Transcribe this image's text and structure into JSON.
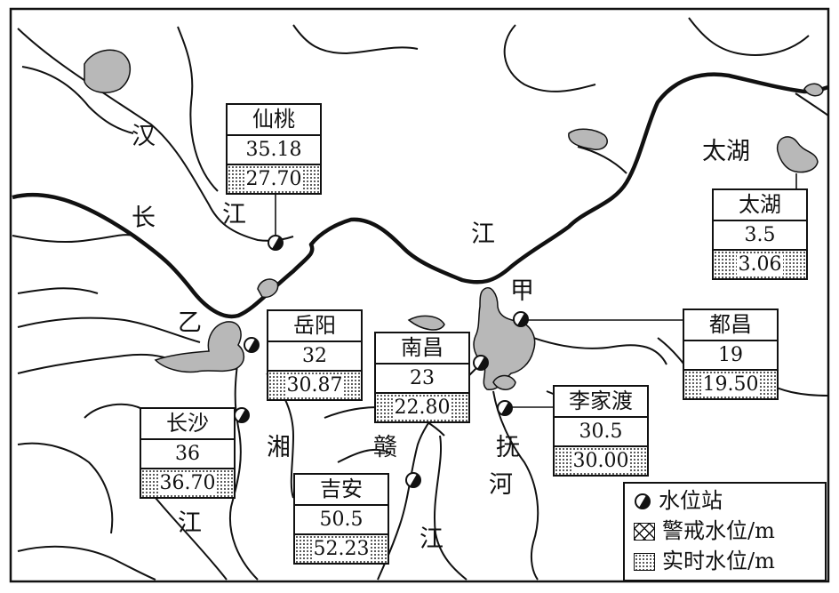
{
  "labels": {
    "han": "汉",
    "han_jiang": "江",
    "chang": "长",
    "jiang_main": "江",
    "taihu_lake": "太湖",
    "yi": "乙",
    "jia": "甲",
    "xiang": "湘",
    "xiang_jiang": "江",
    "gan": "赣",
    "gan_jiang": "江",
    "fu": "抚",
    "fu_he": "河"
  },
  "stations": [
    {
      "id": "xiantao",
      "name": "仙桃",
      "warning": "35.18",
      "realtime": "27.70"
    },
    {
      "id": "taihu",
      "name": "太湖",
      "warning": "3.5",
      "realtime": "3.06"
    },
    {
      "id": "yueyang",
      "name": "岳阳",
      "warning": "32",
      "realtime": "30.87"
    },
    {
      "id": "nanchang",
      "name": "南昌",
      "warning": "23",
      "realtime": "22.80"
    },
    {
      "id": "duchang",
      "name": "都昌",
      "warning": "19",
      "realtime": "19.50"
    },
    {
      "id": "lijiadu",
      "name": "李家渡",
      "warning": "30.5",
      "realtime": "30.00"
    },
    {
      "id": "changsha",
      "name": "长沙",
      "warning": "36",
      "realtime": "36.70"
    },
    {
      "id": "jian",
      "name": "吉安",
      "warning": "50.5",
      "realtime": "52.23"
    }
  ],
  "legend": {
    "station": "水位站",
    "warning": "警戒水位/m",
    "realtime": "实时水位/m"
  },
  "colors": {
    "lake": "#b8b8b8",
    "river": "#111111"
  }
}
